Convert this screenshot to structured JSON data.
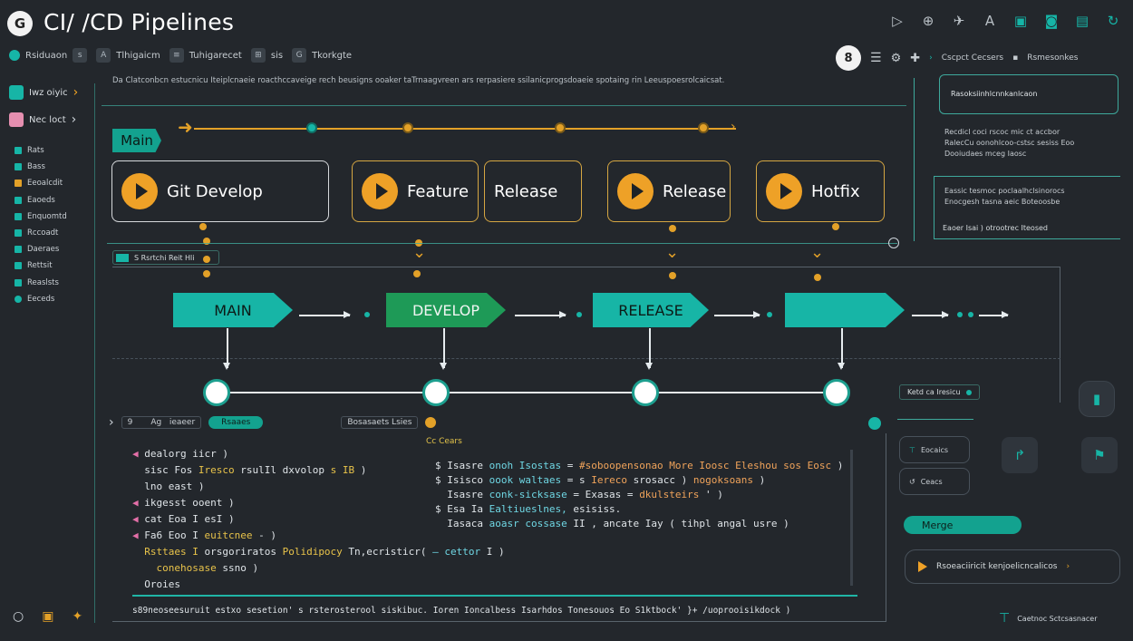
{
  "header": {
    "logo": "G",
    "title": "CI/ /CD Pipelines",
    "top_icons": [
      "play-icon",
      "globe-icon",
      "pin-icon",
      "text-icon",
      "bot-icon",
      "chat-icon",
      "lock-icon",
      "refresh-icon"
    ]
  },
  "tabs": [
    {
      "label": "Rsiduaon",
      "icon": "s"
    },
    {
      "label": "Tlhigaicm",
      "icon": "A"
    },
    {
      "label": "Tuhigarecet",
      "icon": "≡"
    },
    {
      "label": "sis",
      "icon": "⊞"
    },
    {
      "label": "Tkorkgte",
      "icon": "G"
    }
  ],
  "toolbar_right": {
    "badge": "8",
    "item1": "Cscpct Cecsers",
    "item2": "Rsmesonkes"
  },
  "description": "Da Clatconbcn estucnicu Iteiplcnaeie roacthccaveige rech beusigns ooaker taTrnaagvreen ars rerpasiere ssilanicprogsdoaeie spotaing rin Leeuspoesrolcaicsat.",
  "sidebar": {
    "head1": "Iwz oiyic",
    "head2": "Nec loct",
    "items": [
      "Rats",
      "Bass",
      "Eeoalcdit",
      "Eaoeds",
      "Enquomtd",
      "Rccoadt",
      "Daeraes",
      "Rettsit",
      "Reaslsts",
      "Eeceds"
    ]
  },
  "lane": {
    "main_tag": "Main",
    "cards": [
      "Git Develop",
      "Feature",
      "Release",
      "Release",
      "Hotfix"
    ]
  },
  "status_chip": "S Rsrtchi Reit Hli",
  "stages": [
    "MAIN",
    "DEVELOP",
    "RELEASE",
    ""
  ],
  "code": {
    "head_text1": "9       Ag   ieaeer",
    "head_pill": "Rsaaes",
    "head_text2": "Bosasaets Lsies",
    "subhead": "Cc Cears",
    "left_lines": [
      [
        {
          "c": "c-p",
          "t": "◀ "
        },
        {
          "c": "c-w",
          "t": "dealorg iicr )"
        }
      ],
      [
        {
          "c": "c-w",
          "t": "  sisc Fos "
        },
        {
          "c": "c-y",
          "t": "Iresco"
        },
        {
          "c": "c-w",
          "t": " rsulIl dxvolop "
        },
        {
          "c": "c-y",
          "t": "s IB"
        },
        {
          "c": "c-w",
          "t": " )"
        }
      ],
      [
        {
          "c": "c-w",
          "t": "  lno east )"
        }
      ],
      [
        {
          "c": "c-p",
          "t": "◀ "
        },
        {
          "c": "c-w",
          "t": "ikgesst ooent )"
        }
      ],
      [
        {
          "c": "c-p",
          "t": "◀ "
        },
        {
          "c": "c-w",
          "t": "cat Eoa I esI )"
        }
      ],
      [
        {
          "c": "c-p",
          "t": "◀ "
        },
        {
          "c": "c-w",
          "t": "Fa6 Eoo I "
        },
        {
          "c": "c-y",
          "t": "euitcnee"
        },
        {
          "c": "c-w",
          "t": " - )"
        }
      ],
      [
        {
          "c": "c-w",
          "t": "  "
        },
        {
          "c": "c-y",
          "t": "Rsttaes I"
        },
        {
          "c": "c-w",
          "t": " orsgoriratos "
        },
        {
          "c": "c-y",
          "t": "Polidipocy"
        },
        {
          "c": "c-w",
          "t": " Tn,ecristicr( "
        },
        {
          "c": "c-c",
          "t": "— cettor"
        },
        {
          "c": "c-w",
          "t": " I )"
        }
      ],
      [
        {
          "c": "c-w",
          "t": "    "
        },
        {
          "c": "c-y",
          "t": "conehosase"
        },
        {
          "c": "c-w",
          "t": " ssno )"
        }
      ],
      [
        {
          "c": "c-w",
          "t": "  Oroies"
        }
      ]
    ],
    "right_lines": [
      [
        {
          "c": "c-w",
          "t": "$ Isasre "
        },
        {
          "c": "c-c",
          "t": "onoh Isostas"
        },
        {
          "c": "c-w",
          "t": " = "
        },
        {
          "c": "c-o",
          "t": "#soboopensonao More Ioosc Eleshou sos Eosc"
        },
        {
          "c": "c-w",
          "t": " )"
        }
      ],
      [
        {
          "c": "c-w",
          "t": "$ Isisco "
        },
        {
          "c": "c-c",
          "t": "oook waltaes"
        },
        {
          "c": "c-w",
          "t": " = s "
        },
        {
          "c": "c-o",
          "t": "Iereco"
        },
        {
          "c": "c-w",
          "t": " srosacc ) "
        },
        {
          "c": "c-o",
          "t": "nogoksoans"
        },
        {
          "c": "c-w",
          "t": " )"
        }
      ],
      [
        {
          "c": "c-w",
          "t": "  Isasre "
        },
        {
          "c": "c-c",
          "t": "conk-sicksase"
        },
        {
          "c": "c-w",
          "t": " = Exasas = "
        },
        {
          "c": "c-o",
          "t": "dkulsteirs"
        },
        {
          "c": "c-w",
          "t": " ' )"
        }
      ],
      [
        {
          "c": "c-w",
          "t": "$ Esa Ia "
        },
        {
          "c": "c-c",
          "t": "Ealtiueslnes,"
        },
        {
          "c": "c-w",
          "t": " esisiss."
        }
      ],
      [
        {
          "c": "c-w",
          "t": "  Iasaca "
        },
        {
          "c": "c-c",
          "t": "aoasr cossase"
        },
        {
          "c": "c-w",
          "t": " II , ancate Iay ( tihpl angal usre )"
        }
      ]
    ],
    "bottom_line": "s89neoseesuruit estxo sesetion' s rsterosterool siskibuc. Ioren Ioncalbess Isarhdos Tonesouos Eo S1ktbock' }+ /uoprooisikdock )"
  },
  "right_panel": {
    "box_title": "Rasoksiinhlcnnkanlcaon",
    "text1": [
      "Recdicl coci rscoc mic ct accbor",
      "RalecCu oonohlcoo-cstsc sesiss Eoo",
      "Dooiudaes mceg Iaosc"
    ],
    "text2": [
      "Eassic tesmoc poclaalhclsinorocs",
      "Enocgesh tasna aeic Boteoosbe"
    ],
    "frame_label": "Eaoer Isai ) otrootrec Iteosed",
    "tasks_label": "Ketd ca Iresicu",
    "ghost1": "Eocaics",
    "ghost2": "Ceacs",
    "merge": "Merge",
    "run_bar": "Rsoeaciiricit kenjoelicncalicos",
    "footer": "Caetnoc Sctcsasnacer"
  },
  "colors": {
    "background": "#23272c",
    "teal": "#17b5a6",
    "gold": "#e3a128",
    "green": "#1e9a57"
  }
}
